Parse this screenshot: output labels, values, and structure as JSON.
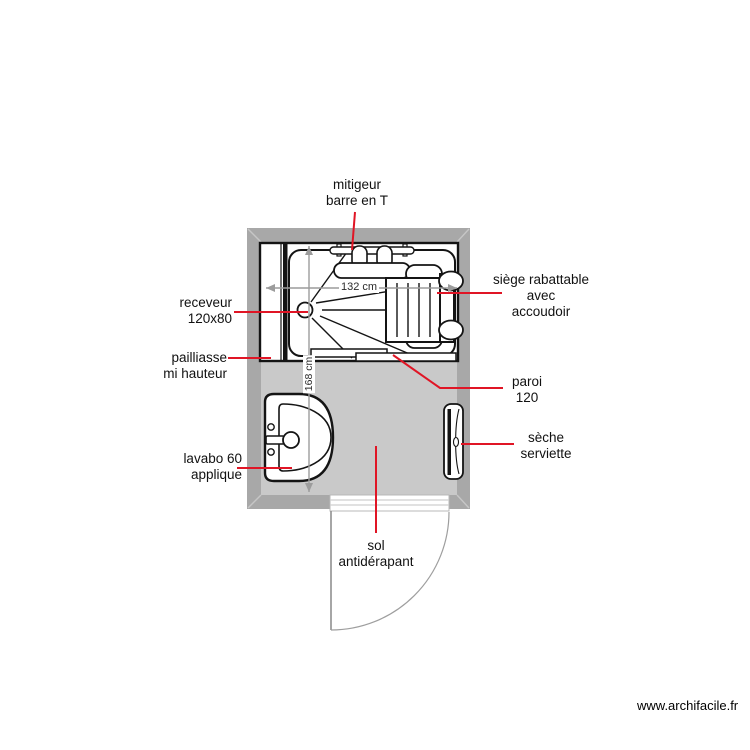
{
  "colors": {
    "wall": "#a8a8a8",
    "floor": "#c9c9c9",
    "line": "#141414",
    "dim": "#9c9c9c",
    "red": "#e01525",
    "label": "#111111",
    "miter": "#c6c6c6",
    "door": "#8f8f8f",
    "bg": "#ffffff"
  },
  "plan": {
    "type": "bathroom-floor-plan",
    "dimensions": {
      "width_label": "132 cm",
      "height_label": "168 cm"
    },
    "labels": {
      "mitigeur": [
        "mitigeur",
        "barre en T"
      ],
      "receveur": [
        "receveur",
        "120x80"
      ],
      "pailliasse": [
        "pailliasse",
        "mi hauteur"
      ],
      "siege": [
        "siège rabattable",
        "avec",
        "accoudoir"
      ],
      "paroi": [
        "paroi",
        "120"
      ],
      "seche": [
        "sèche",
        "serviette"
      ],
      "lavabo": [
        "lavabo 60",
        "applique"
      ],
      "sol": [
        "sol",
        "antidérapant"
      ]
    }
  },
  "footer": {
    "website": "www.archifacile.fr"
  }
}
